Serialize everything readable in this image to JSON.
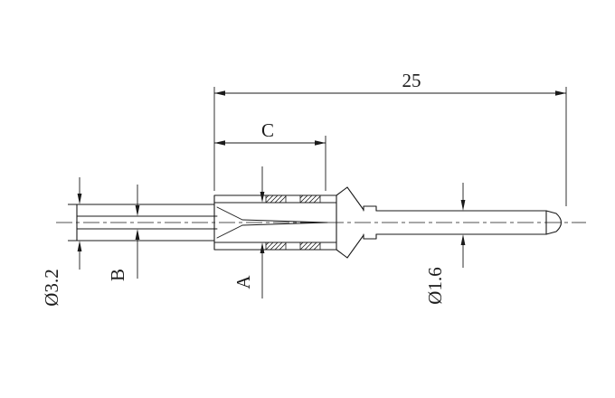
{
  "colors": {
    "line": "#1a1a1a",
    "background": "#ffffff"
  },
  "dimensions": {
    "total_length": {
      "label": "25"
    },
    "length_c": {
      "label": "C"
    },
    "dim_a": {
      "label": "A"
    },
    "dim_b": {
      "label": "B"
    },
    "body_diameter": {
      "label": "Ø3.2"
    },
    "pin_diameter": {
      "label": "Ø1.6"
    }
  }
}
